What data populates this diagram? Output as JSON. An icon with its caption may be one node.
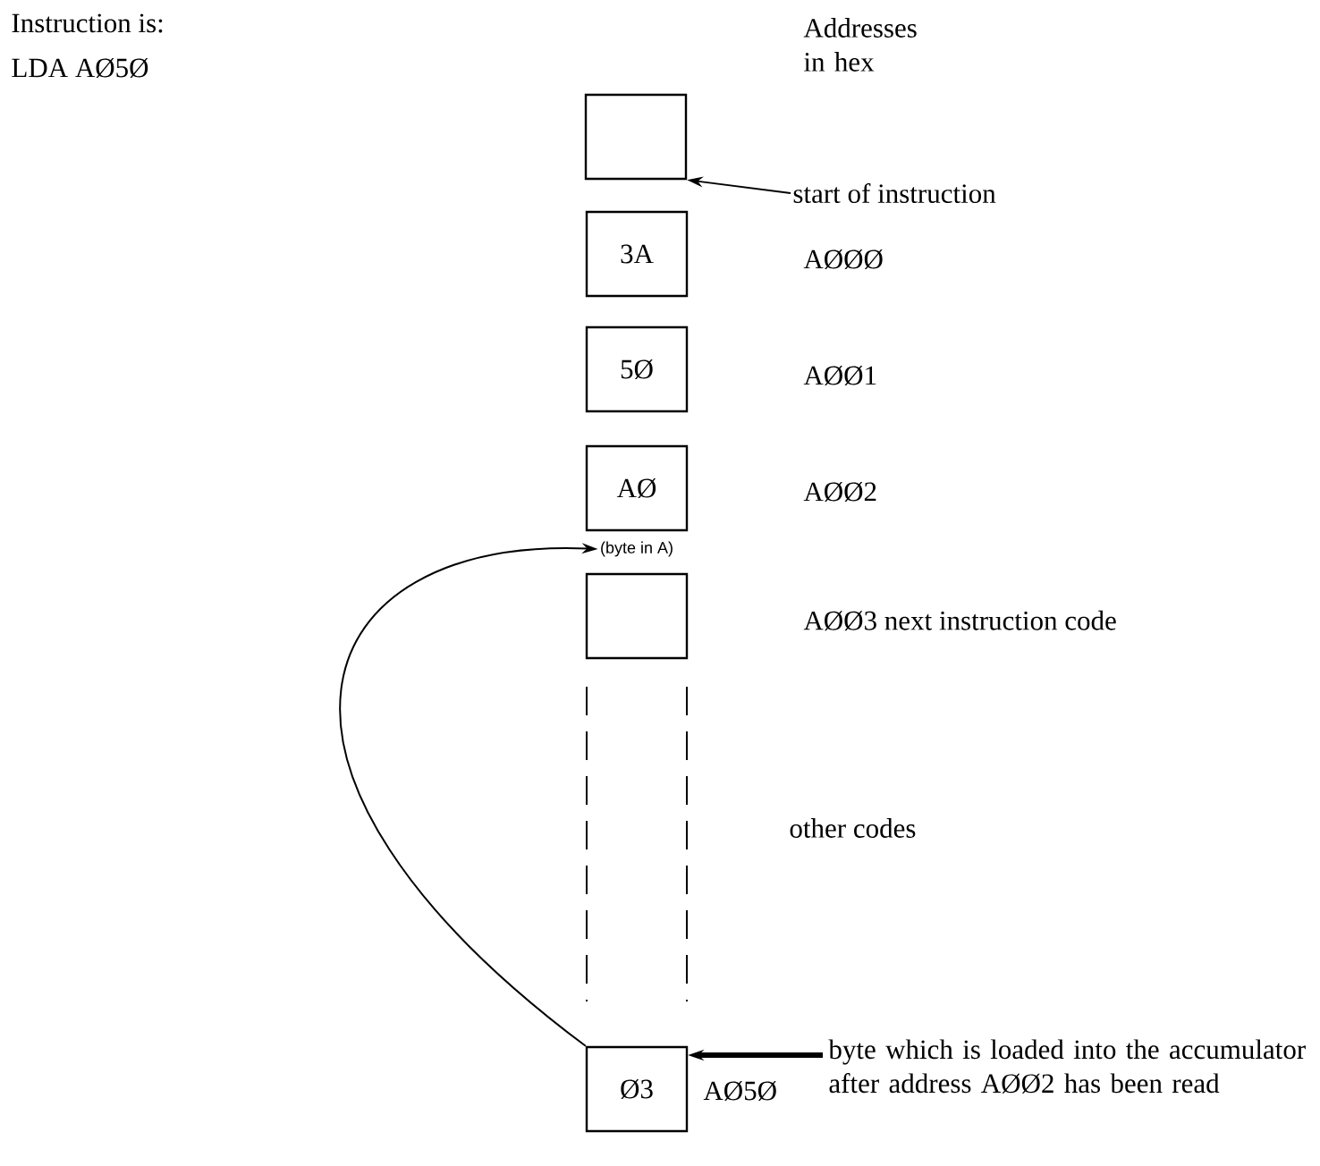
{
  "diagram": {
    "nodes": [
      {
        "text": [],
        "shape": "box"
      },
      {
        "text": [
          "3A"
        ]
      },
      {
        "text": [
          "5Ø"
        ]
      },
      {
        "text": [
          "AØ"
        ],
        "beside": [
          "(byte in A)"
        ]
      },
      {
        "text": [],
        "shape": "box"
      },
      {
        "text": [
          "Ø3"
        ],
        "beside": [
          "AØ5Ø"
        ]
      },
      {
        "text": [
          "start of instruction"
        ]
      },
      {
        "text": [
          "byte which is loaded into the accumulator after address AØØ2 has been read"
        ]
      }
    ],
    "edges": [
      {
        "from": 5,
        "to": 3,
        "arrow": "to"
      },
      {
        "from": 6,
        "to": 0,
        "arrow": "to"
      },
      {
        "from": 7,
        "to": 5,
        "arrow": "to",
        "style": "thick"
      }
    ],
    "labels": [
      "Instruction is:",
      "LDA AØ5Ø",
      "Addresses in hex",
      "AØØØ",
      "AØØ1",
      "AØØ2",
      "AØØ3 next instruction code",
      "other codes"
    ]
  }
}
